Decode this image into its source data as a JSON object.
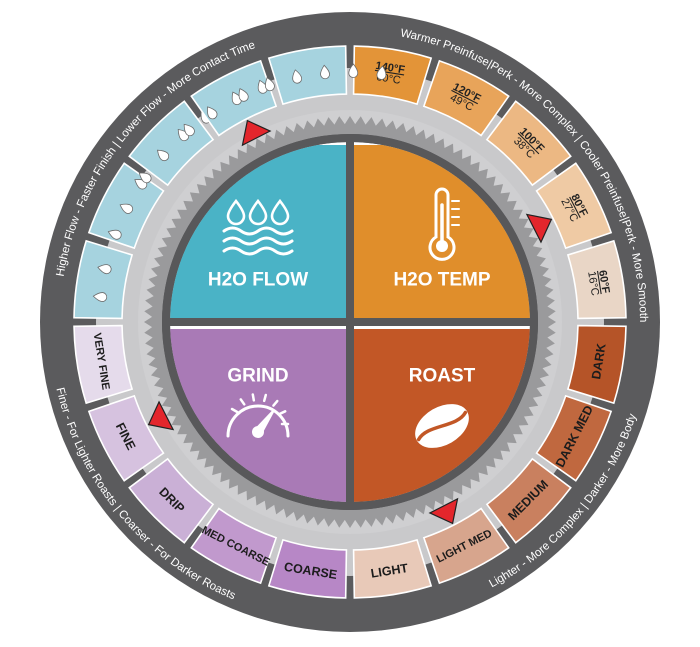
{
  "quadrants": {
    "flow": {
      "label": "H2O FLOW",
      "color": "#4ab3c6",
      "icon": "water-drops-icon"
    },
    "temp": {
      "label": "H2O TEMP",
      "color": "#e08e2b",
      "icon": "thermometer-icon"
    },
    "grind": {
      "label": "GRIND",
      "color": "#a97ab6",
      "icon": "gauge-icon"
    },
    "roast": {
      "label": "ROAST",
      "color": "#c25726",
      "icon": "coffee-bean-icon"
    }
  },
  "segments": {
    "flow": {
      "color": "#a6d3df",
      "items": [
        "",
        "",
        "",
        "",
        ""
      ]
    },
    "temp": {
      "items": [
        {
          "f": "140°F",
          "c": "60°C",
          "color": "#e39438"
        },
        {
          "f": "120°F",
          "c": "49°C",
          "color": "#e8a45a"
        },
        {
          "f": "100°F",
          "c": "38°C",
          "color": "#ecb883"
        },
        {
          "f": "80°F",
          "c": "27°C",
          "color": "#efcaa4"
        },
        {
          "f": "60°F",
          "c": "16°C",
          "color": "#e9d6c6"
        }
      ]
    },
    "roast": {
      "items": [
        {
          "label": "DARK",
          "color": "#b55428"
        },
        {
          "label": "DARK MED",
          "color": "#c0683f"
        },
        {
          "label": "MEDIUM",
          "color": "#c9805f"
        },
        {
          "label": "LIGHT MED",
          "color": "#d7a58d"
        },
        {
          "label": "LIGHT",
          "color": "#e8c9b8"
        }
      ]
    },
    "grind": {
      "items": [
        {
          "label": "COARSE",
          "color": "#b787c6"
        },
        {
          "label": "MED COARSE",
          "color": "#c199cd"
        },
        {
          "label": "DRIP",
          "color": "#cab0d6"
        },
        {
          "label": "FINE",
          "color": "#d6c2df"
        },
        {
          "label": "VERY FINE",
          "color": "#e5dbeb"
        }
      ]
    }
  },
  "outer_text": {
    "flow": "Higher Flow - Faster Finish  |  Lower Flow - More Contact Time",
    "temp": "Warmer Preinfuse|Perk - More Complex  |  Cooler Preinfuse|Perk - More Smooth",
    "roast": "Lighter - More Complex  |  Darker - More Body",
    "grind": "Finer - For Lighter Roasts  |  Coarser - For Darker Roasts"
  },
  "colors": {
    "outer_ring": "#5b5b5d",
    "track": "#c9c9cb",
    "dial": "#58585a",
    "pointer": "#e3262c",
    "center_bg": "#ffffff"
  }
}
